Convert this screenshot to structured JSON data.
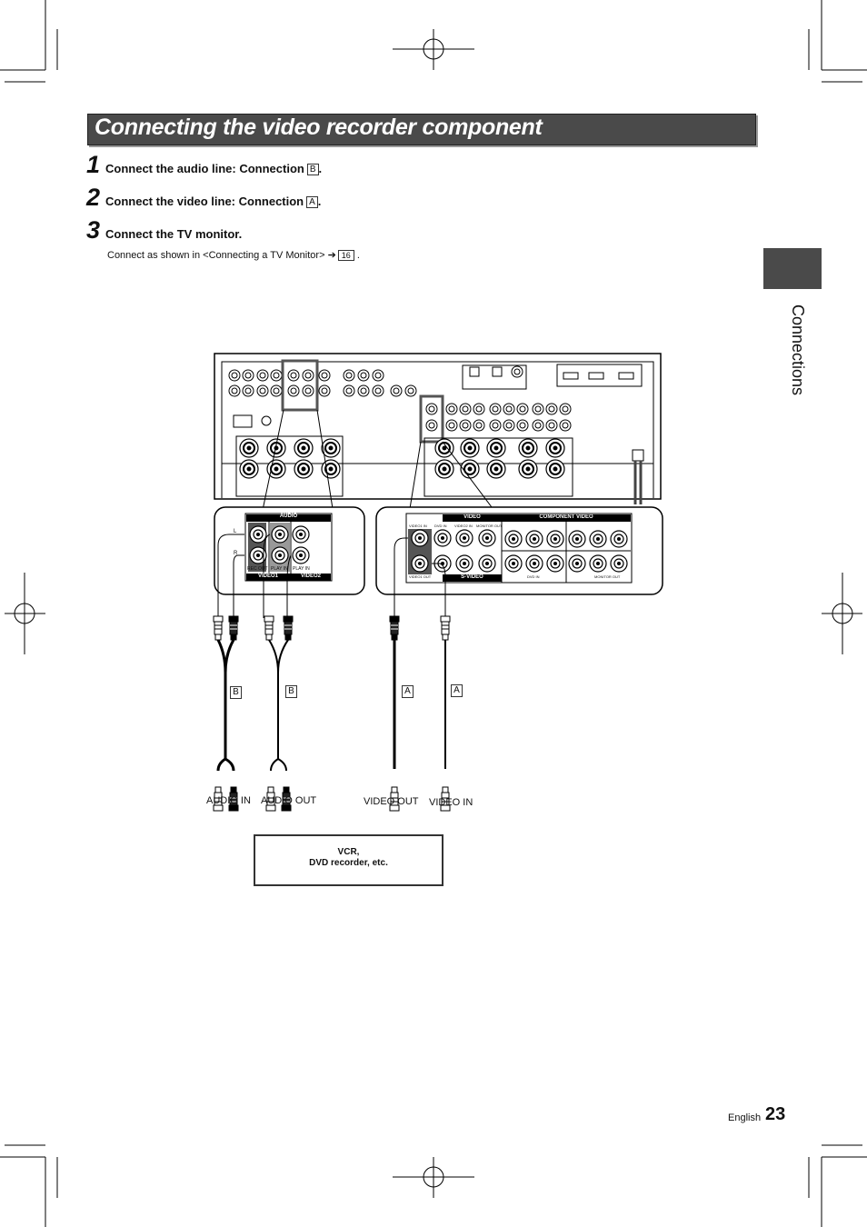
{
  "title": "Connecting the video recorder component",
  "steps": [
    {
      "num": "1",
      "text": "Connect the audio line: Connection",
      "ref": "B",
      "end": "."
    },
    {
      "num": "2",
      "text": "Connect the video line: Connection",
      "ref": "A",
      "end": "."
    },
    {
      "num": "3",
      "text": "Connect the TV monitor.",
      "ref": "",
      "end": ""
    }
  ],
  "note": {
    "text": "Connect as shown in <Connecting a TV Monitor>",
    "arrow": "➔",
    "page_ref": "16",
    "end": "."
  },
  "side_tab": "Connections",
  "footer": {
    "language": "English",
    "page": "23"
  },
  "diagram": {
    "audio_panel": {
      "header": "AUDIO",
      "labels": [
        "REC OUT",
        "PLAY IN",
        "PLAY IN"
      ],
      "groups": [
        "VIDEO1",
        "VIDEO2"
      ],
      "lr": [
        "L",
        "R"
      ]
    },
    "video_panel": {
      "video_header": "VIDEO",
      "component_header": "COMPONENT VIDEO",
      "jack_labels": [
        "VIDEO1 IN",
        "DVD IN",
        "VIDEO2 IN",
        "MONITOR OUT"
      ],
      "video1_out": "VIDEO1 OUT",
      "svideo": "S-VIDEO",
      "dvd_in": "DVD IN",
      "monitor_out": "MONITOR OUT"
    },
    "cable_labels": [
      "AUDIO IN",
      "AUDIO OUT",
      "VIDEO OUT",
      "VIDEO IN"
    ],
    "connection_letters": [
      "B",
      "B",
      "A",
      "A"
    ],
    "device": {
      "line1": "VCR,",
      "line2": "DVD recorder, etc."
    }
  }
}
